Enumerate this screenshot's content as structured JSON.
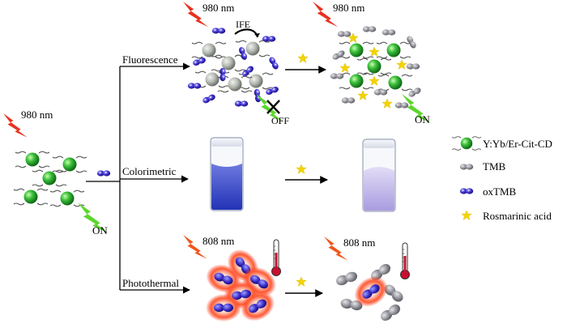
{
  "labels": {
    "excitation_left": "980 nm",
    "excitation_fluor_off": "980 nm",
    "excitation_fluor_on": "980 nm",
    "excitation_photo_left": "808 nm",
    "excitation_photo_right": "808 nm",
    "ife": "IFE",
    "off": "OFF",
    "on_fluor": "ON",
    "on_left": "ON"
  },
  "branches": {
    "fluorescence": "Fluorescence",
    "colorimetric": "Colorimetric",
    "photothermal": "Photothermal"
  },
  "legend": [
    {
      "symbol": "nanoparticle",
      "label": "Y:Yb/Er-Cit-CD"
    },
    {
      "symbol": "tmb",
      "label": "TMB"
    },
    {
      "symbol": "oxtmb",
      "label": "oxTMB"
    },
    {
      "symbol": "star",
      "label": "Rosmarinic acid"
    }
  ],
  "colors": {
    "nanoparticle": "#3bbf3b",
    "nanoparticle_gray": "#b5bab3",
    "tmb": "#8e8e96",
    "oxtmb": "#3a2bc6",
    "star": "#f3d400",
    "bolt_red": "#e8321f",
    "bolt_green": "#5cd62c",
    "glow": "#ff3b1e",
    "solution_dark": "#3948c2",
    "solution_light": "#b8aee6"
  }
}
